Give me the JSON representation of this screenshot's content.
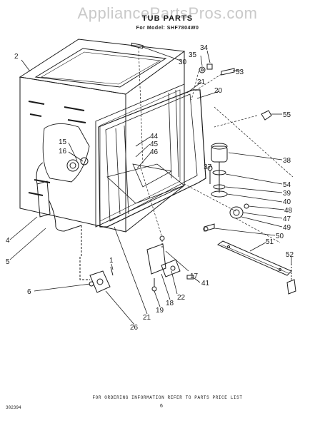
{
  "watermark": "AppliancePartsPros.com",
  "diagram": {
    "title": "TUB PARTS",
    "model": "For Model: SHF7804W0",
    "footer": "FOR ORDERING INFORMATION REFER TO PARTS PRICE LIST",
    "doc_number": "302394",
    "page_number": "6"
  },
  "callouts": [
    {
      "id": "2",
      "label": "2"
    },
    {
      "id": "30",
      "label": "30"
    },
    {
      "id": "35",
      "label": "35"
    },
    {
      "id": "34",
      "label": "34"
    },
    {
      "id": "53",
      "label": "53"
    },
    {
      "id": "21a",
      "label": "21"
    },
    {
      "id": "20",
      "label": "20"
    },
    {
      "id": "55",
      "label": "55"
    },
    {
      "id": "15",
      "label": "15"
    },
    {
      "id": "16",
      "label": "16"
    },
    {
      "id": "44",
      "label": "44"
    },
    {
      "id": "45",
      "label": "45"
    },
    {
      "id": "46",
      "label": "46"
    },
    {
      "id": "38",
      "label": "38"
    },
    {
      "id": "37",
      "label": "37"
    },
    {
      "id": "54",
      "label": "54"
    },
    {
      "id": "39",
      "label": "39"
    },
    {
      "id": "40",
      "label": "40"
    },
    {
      "id": "48",
      "label": "48"
    },
    {
      "id": "47",
      "label": "47"
    },
    {
      "id": "49",
      "label": "49"
    },
    {
      "id": "50",
      "label": "50"
    },
    {
      "id": "51",
      "label": "51"
    },
    {
      "id": "52",
      "label": "52"
    },
    {
      "id": "4",
      "label": "4"
    },
    {
      "id": "5",
      "label": "5"
    },
    {
      "id": "1",
      "label": "1"
    },
    {
      "id": "17",
      "label": "17"
    },
    {
      "id": "41",
      "label": "41"
    },
    {
      "id": "6",
      "label": "6"
    },
    {
      "id": "22",
      "label": "22"
    },
    {
      "id": "18",
      "label": "18"
    },
    {
      "id": "19",
      "label": "19"
    },
    {
      "id": "21b",
      "label": "21"
    },
    {
      "id": "26",
      "label": "26"
    }
  ]
}
